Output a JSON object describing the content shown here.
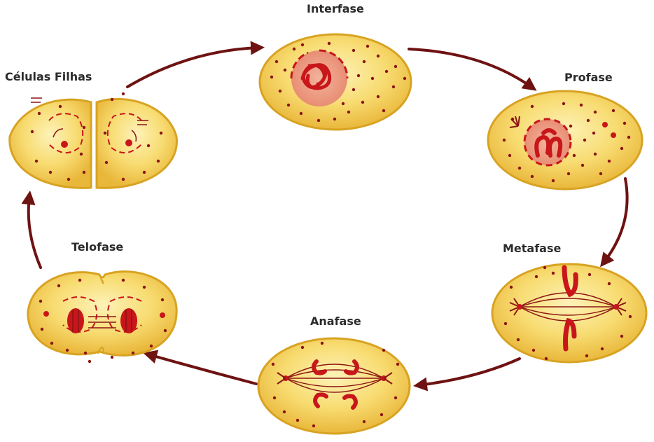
{
  "phases": {
    "interfase": "Interfase",
    "profase": "Profase",
    "metafase": "Metafase",
    "anafase": "Anafase",
    "telofase": "Telofase",
    "celulas_filhas": "Células Filhas"
  },
  "colors": {
    "cell_fill_light": "#fbe79a",
    "cell_fill": "#f4cc52",
    "cell_rim": "#d8a322",
    "organelle": "#8c1414",
    "chromosome": "#c8161a",
    "nucleus_fill": "#f0a088",
    "arrow": "#6e1212"
  }
}
